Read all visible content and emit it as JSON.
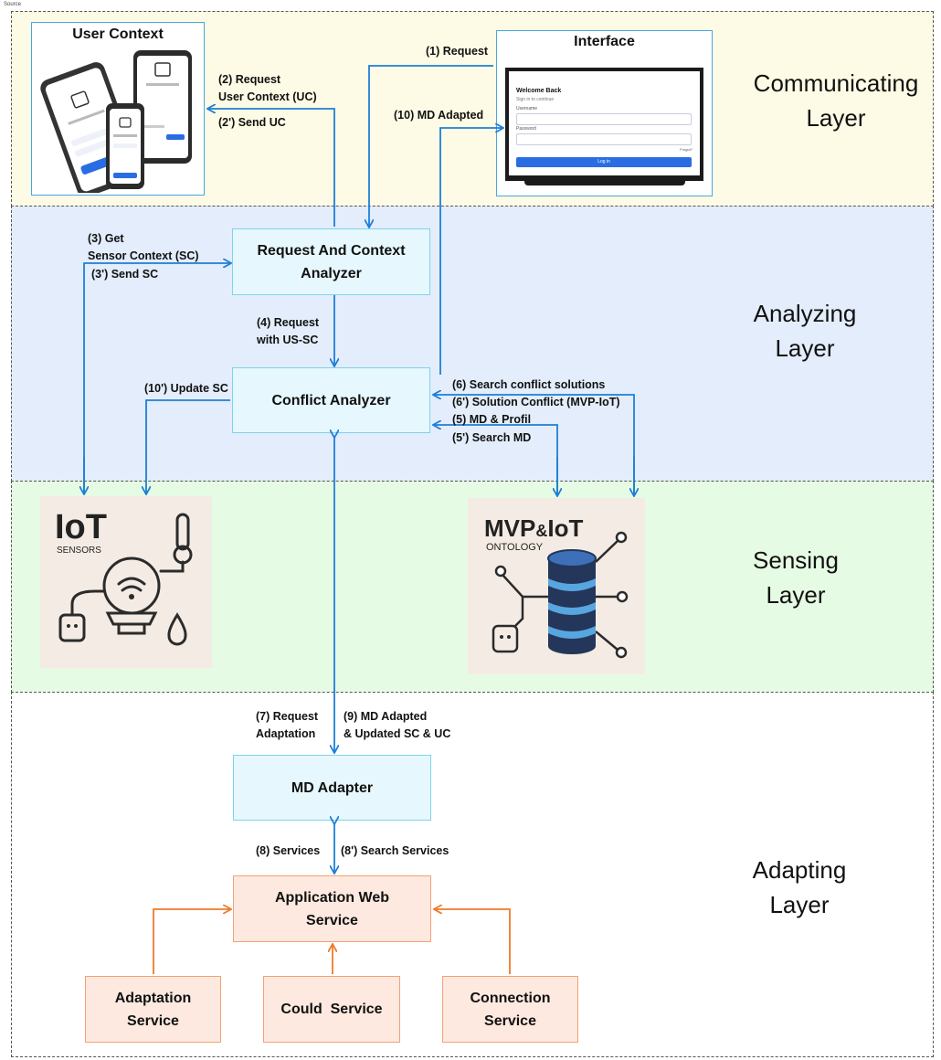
{
  "page_tag": "Source",
  "layers": {
    "communicating": "Communicating\nLayer",
    "analyzing": "Analyzing\nLayer",
    "sensing": "Sensing\nLayer",
    "adapting": "Adapting\nLayer"
  },
  "panels": {
    "user_context": "User Context",
    "interface": "Interface"
  },
  "interface_mockup": {
    "title": "Welcome Back",
    "subtitle": "Sign in to continue",
    "field1": "Username",
    "field2": "Password",
    "link": "Forgot?",
    "button": "Log in"
  },
  "nodes": {
    "request_context_analyzer": [
      "Request And Context",
      "Analyzer"
    ],
    "conflict_analyzer": [
      "Conflict Analyzer"
    ],
    "md_adapter": [
      "MD Adapter"
    ],
    "application_web_service": [
      "Application Web",
      "Service"
    ],
    "adaptation_service": [
      "Adaptation",
      "Service"
    ],
    "could_service": [
      "Could  Service"
    ],
    "connection_service": [
      "Connection",
      "Service"
    ]
  },
  "tiles": {
    "iot": {
      "title": "IoT",
      "subtitle": "SENSORS"
    },
    "ontology": {
      "title_a": "MVP",
      "title_amp": "&",
      "title_b": "IoT",
      "subtitle": "ONTOLOGY"
    }
  },
  "labels": {
    "request": "(1) Request",
    "request_uc": "(2) Request\nUser Context (UC)",
    "send_uc": "(2') Send UC",
    "md_adapted_10": "(10) MD Adapted",
    "get_sc": "(3) Get\nSensor Context (SC)",
    "send_sc": "(3') Send SC",
    "request_us_sc": "(4) Request\nwith US-SC",
    "update_sc": "(10') Update SC",
    "search_conflict": "(6) Search conflict solutions",
    "solution_conflict": "(6') Solution Conflict (MVP-IoT)",
    "md_profil": "(5) MD & Profil",
    "search_md": "(5') Search MD",
    "request_adaptation": "(7) Request\nAdaptation",
    "md_adapted_9": "(9) MD Adapted\n& Updated SC & UC",
    "services": "(8) Services",
    "search_services": "(8') Search Services"
  },
  "colors": {
    "communicating": "#fdfbe5",
    "analyzing": "#e3edfb",
    "sensing": "#e6fbe4",
    "adapting": "#ffffff",
    "blue_arrow": "#1e7fd6",
    "orange_arrow": "#f07a2a"
  }
}
